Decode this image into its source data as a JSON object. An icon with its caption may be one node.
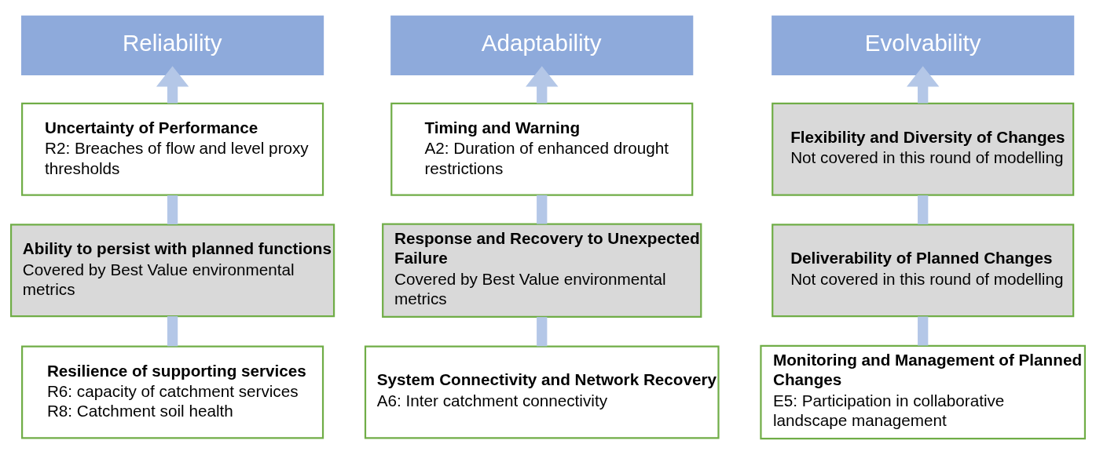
{
  "diagram": {
    "nodes": [
      {
        "text": [
          "Reliability"
        ]
      },
      {
        "text": [
          "Adaptability"
        ]
      },
      {
        "text": [
          "Evolvability"
        ]
      },
      {
        "text": [
          "Uncertainty of Performance",
          "R2: Breaches of flow and level proxy thresholds"
        ]
      },
      {
        "text": [
          "Timing and Warning",
          "A2: Duration of enhanced drought restrictions"
        ]
      },
      {
        "text": [
          "Flexibility and Diversity of Changes",
          "Not covered in this round of modelling"
        ]
      },
      {
        "text": [
          "Ability to persist with planned functions",
          "Covered by Best Value environmental metrics"
        ]
      },
      {
        "text": [
          "Response and Recovery to Unexpected Failure",
          "Covered by Best Value environmental metrics"
        ]
      },
      {
        "text": [
          "Deliverability of Planned Changes",
          "Not covered in this round of modelling"
        ]
      },
      {
        "text": [
          "Resilience of supporting services",
          "R6: capacity of catchment services",
          "R8: Catchment soil health"
        ]
      },
      {
        "text": [
          "System Connectivity and Network Recovery",
          "A6: Inter catchment connectivity"
        ]
      },
      {
        "text": [
          "Monitoring and Management of Planned Changes",
          "E5: Participation in collaborative landscape management"
        ]
      }
    ],
    "edges": [
      {
        "from": 3,
        "to": 0,
        "arrow": "to"
      },
      {
        "from": 6,
        "to": 3,
        "arrow": "none"
      },
      {
        "from": 9,
        "to": 6,
        "arrow": "none"
      },
      {
        "from": 4,
        "to": 1,
        "arrow": "to"
      },
      {
        "from": 7,
        "to": 4,
        "arrow": "none"
      },
      {
        "from": 10,
        "to": 7,
        "arrow": "none"
      },
      {
        "from": 5,
        "to": 2,
        "arrow": "to"
      },
      {
        "from": 8,
        "to": 5,
        "arrow": "none"
      },
      {
        "from": 11,
        "to": 8,
        "arrow": "none"
      }
    ]
  }
}
